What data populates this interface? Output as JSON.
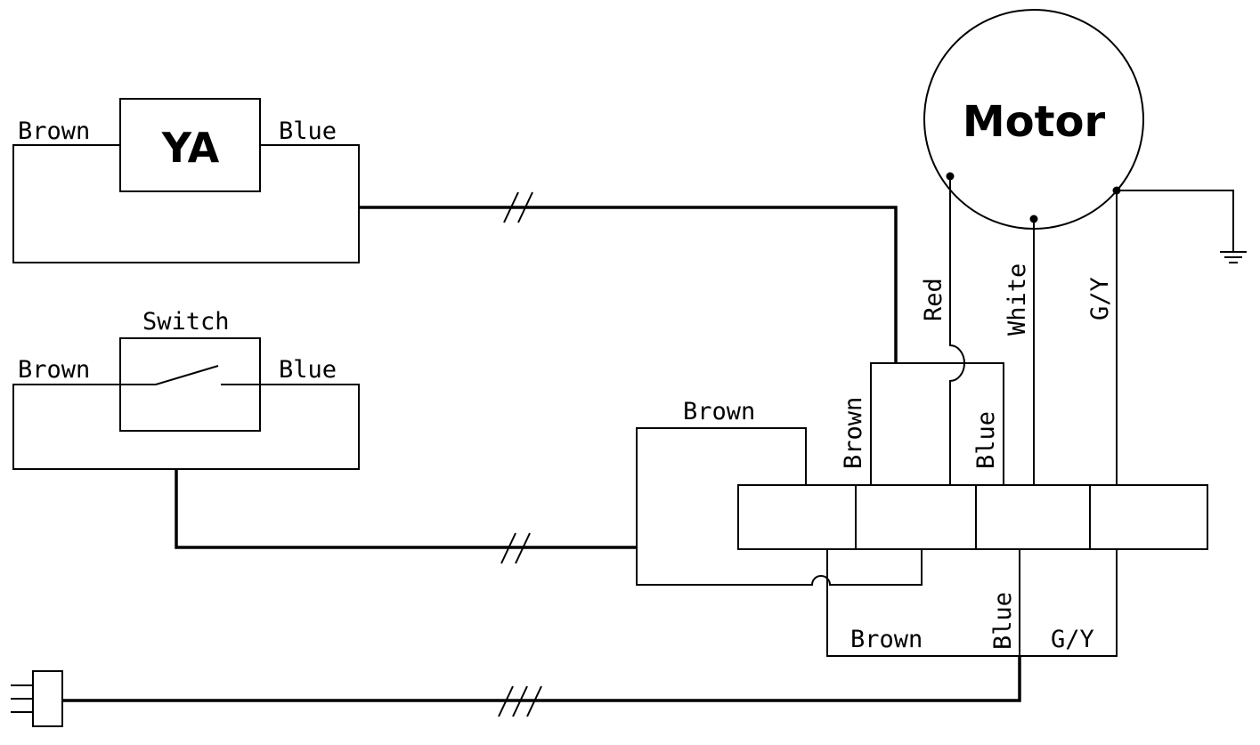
{
  "title_component": "Motor",
  "ya_component": "YA",
  "switch_label": "Switch",
  "ya_left_wire": "Brown",
  "ya_right_wire": "Blue",
  "switch_left_wire": "Brown",
  "switch_right_wire": "Blue",
  "motor_wires": {
    "red": "Red",
    "white": "White",
    "gy": "G/Y"
  },
  "terminal_wires": {
    "brown_top": "Brown",
    "brown_vertical": "Brown",
    "blue_vertical": "Blue"
  },
  "supply_wires": {
    "brown": "Brown",
    "blue": "Blue",
    "gy": "G/Y"
  }
}
